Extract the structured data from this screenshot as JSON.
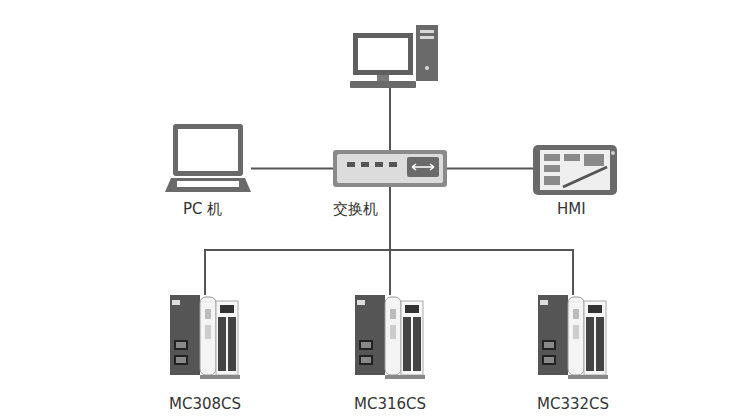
{
  "diagram": {
    "nodes": [
      {
        "text": [
          "PC 机"
        ]
      },
      {
        "text": [
          "交换机"
        ]
      },
      {
        "text": [
          "HMI"
        ]
      },
      {
        "text": [
          "MC308CS"
        ]
      },
      {
        "text": [
          "MC316CS"
        ]
      },
      {
        "text": [
          "MC332CS"
        ]
      }
    ],
    "edges": [
      {
        "from": 1,
        "to": 0,
        "arrow": "none"
      },
      {
        "from": 1,
        "to": 2,
        "arrow": "none"
      },
      {
        "from": 1,
        "to": 3,
        "arrow": "none"
      },
      {
        "from": 1,
        "to": 4,
        "arrow": "none"
      },
      {
        "from": 1,
        "to": 5,
        "arrow": "none"
      }
    ]
  }
}
